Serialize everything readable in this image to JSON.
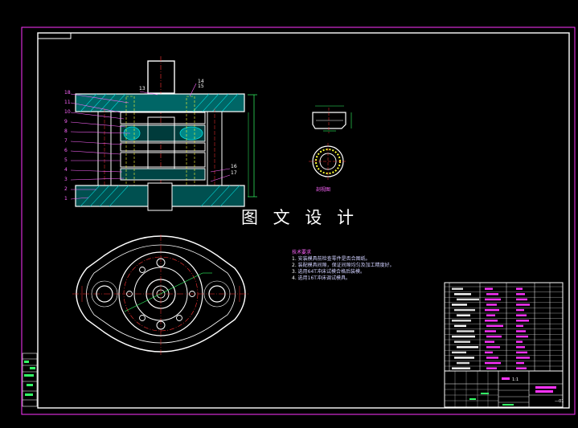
{
  "drawing": {
    "watermark": "图 文 设 计",
    "section_label": "剖视图",
    "technical_notes": {
      "title": "技术要求",
      "lines": [
        {
          "num": "1.",
          "text": "安装模具前检查零件是否合图纸。"
        },
        {
          "num": "2.",
          "text": "装配模具间隙，保证间隙均匀及加工精度好。"
        },
        {
          "num": "3.",
          "text": "选用64T冲床试模合格后装模。"
        },
        {
          "num": "4.",
          "text": "选用16T冲床调试模具。"
        }
      ]
    },
    "callouts_left": [
      "18",
      "11",
      "10",
      "9",
      "8",
      "7",
      "6",
      "5",
      "4",
      "3",
      "2",
      "1"
    ],
    "callouts_top": [
      "13",
      "14",
      "15"
    ],
    "callouts_right": [
      "16",
      "17"
    ],
    "title_block": {
      "scale": "1:1",
      "sheet_code": "—01"
    }
  },
  "colors": {
    "frame": "#ff33ff",
    "outline": "#ffffff",
    "hatch": "#00cccc",
    "centerline": "#ff3333",
    "dimension": "#33ff66",
    "leader": "#ff66ff",
    "accent": "#ffff33"
  }
}
